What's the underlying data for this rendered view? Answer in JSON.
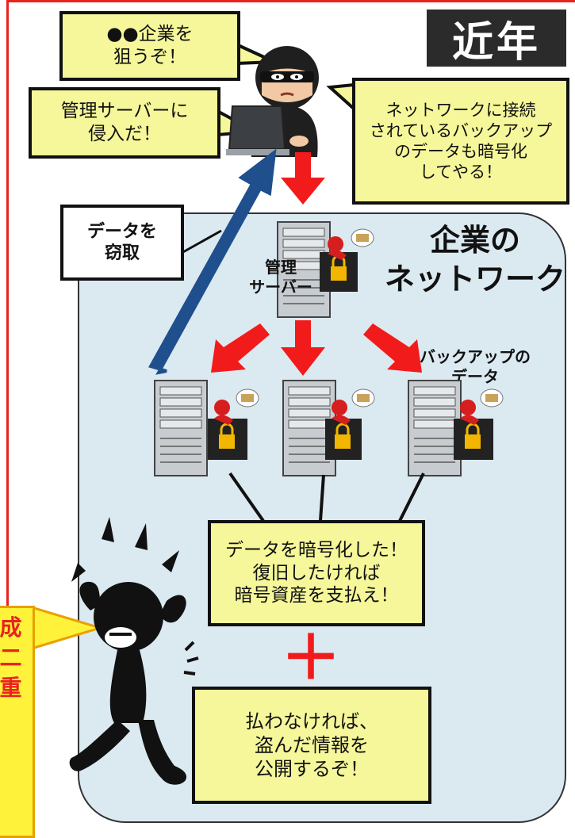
{
  "colors": {
    "frame_red": "#e8231e",
    "network_fill": "#dbe9f1",
    "bubble_yellow": "#f5f79a",
    "banner_yellow": "#fff23b",
    "title_bg": "#2b2b2b",
    "arrow_red": "#f21b1b",
    "arrow_blue": "#1f4f8c"
  },
  "header": {
    "title": "近年"
  },
  "attacker": {
    "bubble_target": "●●企業を\n狙うぞ！",
    "bubble_intrude": "管理サーバーに\n侵入だ！",
    "bubble_encrypt_backup": "ネットワークに接続\nされているバックアップ\nのデータも暗号化\nしてやる！"
  },
  "exfil": {
    "label": "データを\n窃取"
  },
  "network": {
    "title": "企業の\nネットワーク",
    "mgmt_server_label": "管理\nサーバー",
    "backup_label": "バックアップの\nデータ"
  },
  "ransom": {
    "message_1": "データを暗号化した！\n復旧したければ\n暗号資産を支払え！",
    "plus_symbol": "＋",
    "message_2": "払わなければ、\n盗んだ情報を\n公開するぞ！"
  },
  "side_banner": {
    "text": "成\n二\n重"
  },
  "icons": [
    "hacker-icon",
    "laptop-icon",
    "server-icon",
    "ransom-monster-icon",
    "padlock-icon",
    "money-bag-icon",
    "panicking-person-icon"
  ]
}
